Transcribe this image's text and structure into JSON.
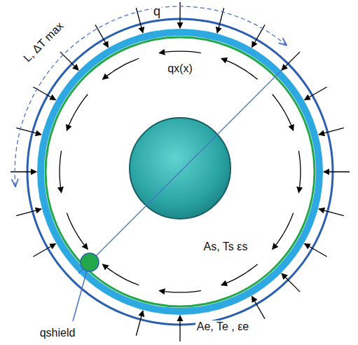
{
  "diagram": {
    "labels": [
      "L, ΔT max",
      "q",
      "qx(x)",
      "As, Ts εs",
      "Ae, Te , εe",
      "qshield"
    ]
  }
}
